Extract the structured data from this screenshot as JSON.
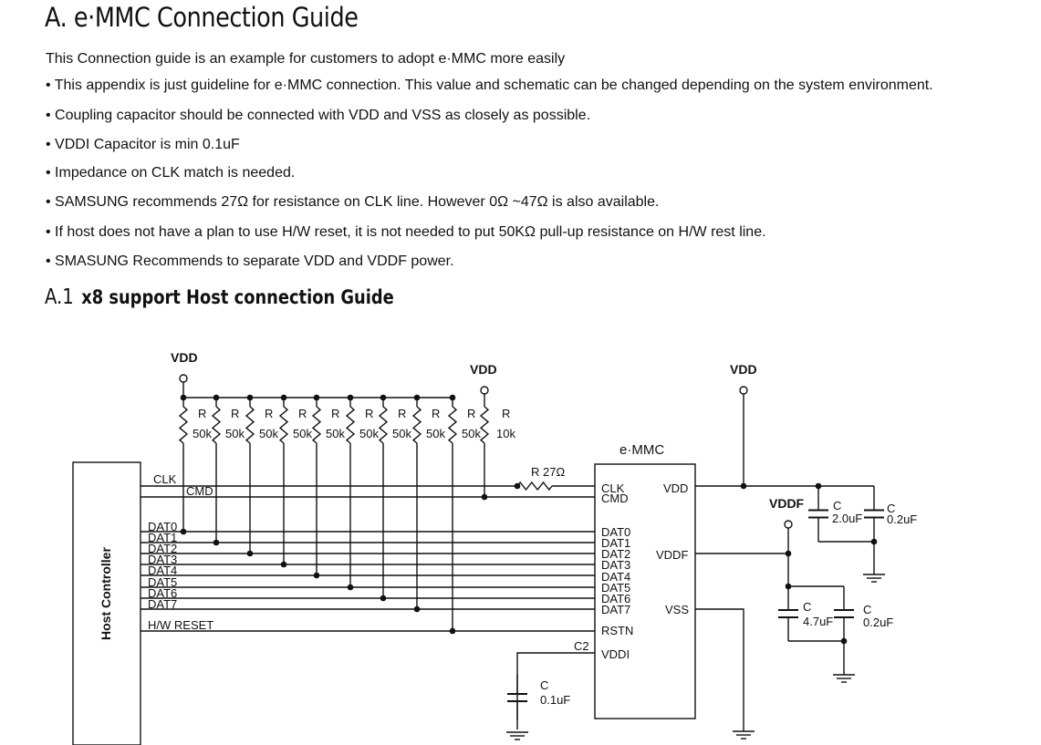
{
  "title": "A. e·MMC Connection Guide",
  "intro": "This Connection guide is an example for customers to adopt e·MMC more easily",
  "bullets": [
    "• This appendix is just guideline for e·MMC connection. This value and schematic can be changed depending on the system environment.",
    "• Coupling capacitor should be connected with VDD and VSS as closely as possible.",
    "• VDDI Capacitor is min 0.1uF",
    "• Impedance on CLK match is needed.",
    "• SAMSUNG  recommends 27Ω for resistance on CLK line. However  0Ω ~47Ω is also available.",
    "• If host does not have a plan to use H/W reset, it is not needed to put 50KΩ pull-up resistance on H/W rest line.",
    "• SMASUNG Recommends to separate VDD and VDDF power."
  ],
  "section": {
    "number": "A.1",
    "title": "x8 support Host connection Guide"
  },
  "schematic": {
    "host_label": "Host Controller",
    "emmc_label": "e·MMC",
    "power_labels": {
      "vdd_pullup": "VDD",
      "vdd_cmd": "VDD",
      "vdd_main": "VDD",
      "vddf": "VDDF"
    },
    "pullups": [
      {
        "name": "R",
        "value": "50k"
      },
      {
        "name": "R",
        "value": "50k"
      },
      {
        "name": "R",
        "value": "50k"
      },
      {
        "name": "R",
        "value": "50k"
      },
      {
        "name": "R",
        "value": "50k"
      },
      {
        "name": "R",
        "value": "50k"
      },
      {
        "name": "R",
        "value": "50k"
      },
      {
        "name": "R",
        "value": "50k"
      },
      {
        "name": "R",
        "value": "50k"
      },
      {
        "name": "R",
        "value": "10k"
      }
    ],
    "series_resistor": "R 27Ω",
    "host_signals": [
      "CLK",
      "CMD",
      "DAT0",
      "DAT1",
      "DAT2",
      "DAT3",
      "DAT4",
      "DAT5",
      "DAT6",
      "DAT7",
      "H/W RESET"
    ],
    "emmc_left_pins": [
      "CLK",
      "CMD",
      "DAT0",
      "DAT1",
      "DAT2",
      "DAT3",
      "DAT4",
      "DAT5",
      "DAT6",
      "DAT7",
      "RSTN",
      "VDDI"
    ],
    "emmc_right_pins": [
      "VDD",
      "VDDF",
      "VSS"
    ],
    "vddi_net_label": "C2",
    "capacitors": {
      "vddi": {
        "name": "C",
        "value": "0.1uF"
      },
      "vdd_1": {
        "name": "C",
        "value": "2.0uF"
      },
      "vdd_2": {
        "name": "C",
        "value": "0.2uF"
      },
      "vddf_1": {
        "name": "C",
        "value": "4.7uF"
      },
      "vddf_2": {
        "name": "C",
        "value": "0.2uF"
      }
    }
  }
}
